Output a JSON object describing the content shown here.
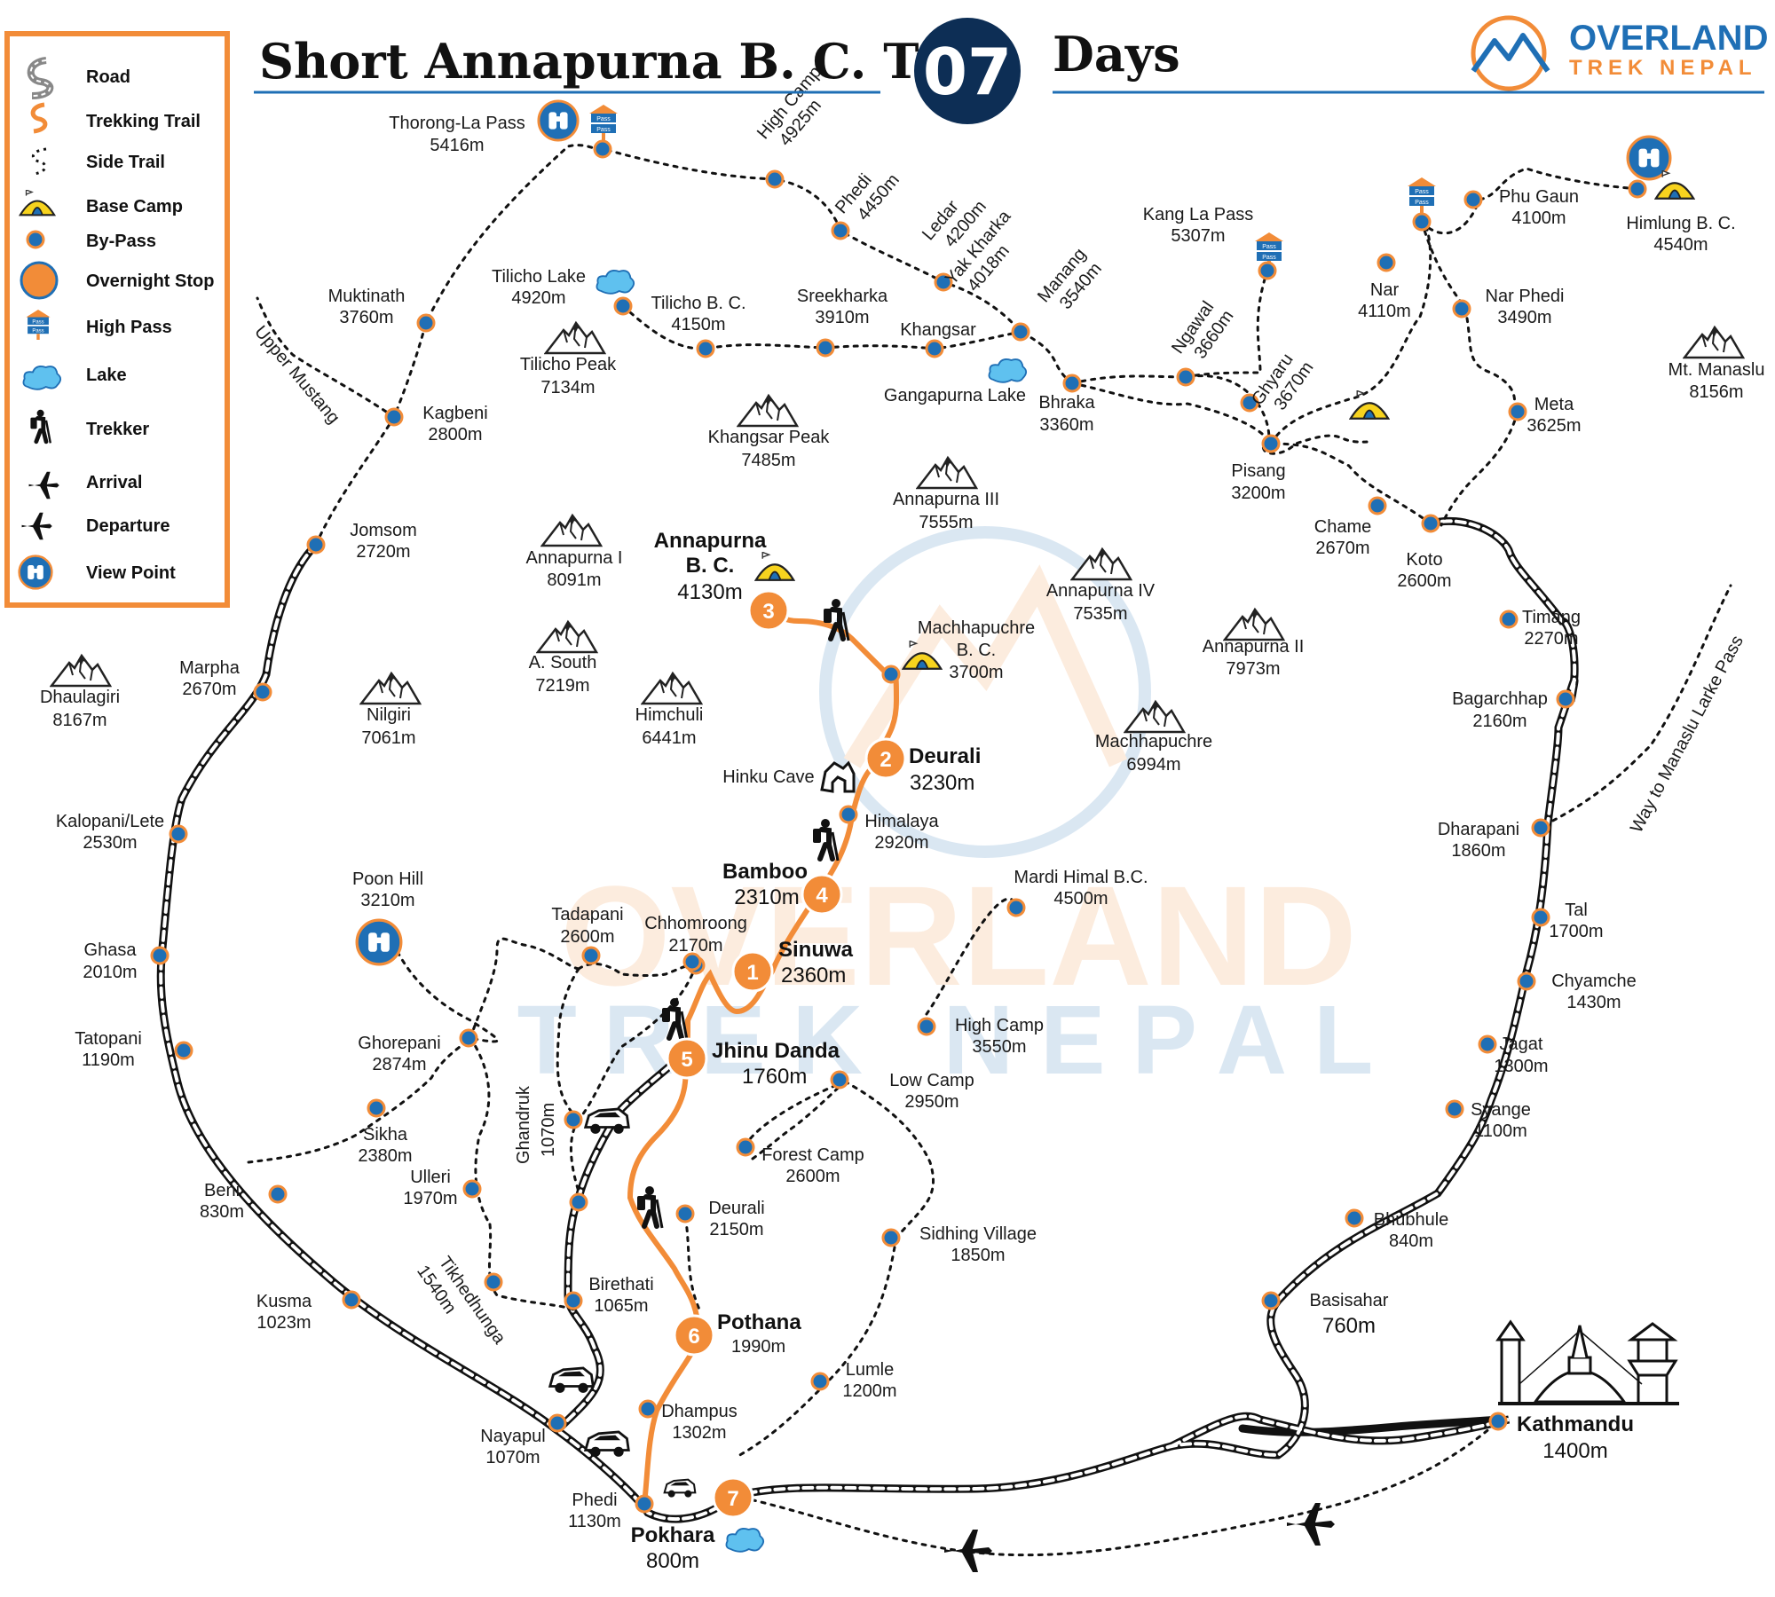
{
  "title": {
    "prefix": "Short Annapurna B. C. Trek",
    "days_number": "07",
    "suffix": "Days"
  },
  "brand": {
    "line1": "OVERLAND",
    "line2": "TREK NEPAL",
    "watermark_line1": "OVERLAND",
    "watermark_line2": "TREK NEPAL",
    "color_primary": "#1f6fb5",
    "color_accent": "#f28c38"
  },
  "colors": {
    "route": "#f28c38",
    "node_fill": "#1f6fb5",
    "node_ring": "#f28c38",
    "title_badge": "#0d2e55",
    "legend_border": "#f28c38"
  },
  "legend": [
    {
      "icon": "road-icon",
      "label": "Road"
    },
    {
      "icon": "trekking-trail-icon",
      "label": "Trekking Trail"
    },
    {
      "icon": "side-trail-icon",
      "label": "Side Trail"
    },
    {
      "icon": "base-camp-icon",
      "label": "Base  Camp"
    },
    {
      "icon": "by-pass-icon",
      "label": "By-Pass"
    },
    {
      "icon": "overnight-stop-icon",
      "label": "Overnight Stop"
    },
    {
      "icon": "high-pass-icon",
      "label": "High Pass"
    },
    {
      "icon": "lake-icon",
      "label": "Lake"
    },
    {
      "icon": "trekker-icon",
      "label": "Trekker"
    },
    {
      "icon": "arrival-icon",
      "label": "Arrival"
    },
    {
      "icon": "departure-icon",
      "label": "Departure"
    },
    {
      "icon": "view-point-icon",
      "label": "View Point"
    }
  ],
  "stops": [
    {
      "n": "1",
      "name": "Sinuwa",
      "alt": "2360m"
    },
    {
      "n": "2",
      "name": "Deurali",
      "alt": "3230m"
    },
    {
      "n": "3",
      "name": "Annapurna",
      "name2": "B. C.",
      "alt": "4130m"
    },
    {
      "n": "4",
      "name": "Bamboo",
      "alt": "2310m"
    },
    {
      "n": "5",
      "name": "Jhinu Danda",
      "alt": "1760m"
    },
    {
      "n": "6",
      "name": "Pothana",
      "alt": "1990m"
    },
    {
      "n": "7",
      "name": "Pokhara",
      "alt": "800m"
    }
  ],
  "places": [
    {
      "name": "Thorong-La Pass",
      "alt": "5416m"
    },
    {
      "name": "High Camp",
      "alt": "4925m"
    },
    {
      "name": "Phedi",
      "alt": "4450m"
    },
    {
      "name": "Ledar",
      "alt": "4200m"
    },
    {
      "name": "Yak Kharka",
      "alt": "4018m"
    },
    {
      "name": "Manang",
      "alt": "3540m"
    },
    {
      "name": "Muktinath",
      "alt": "3760m"
    },
    {
      "name": "Tilicho Lake",
      "alt": "4920m"
    },
    {
      "name": "Tilicho B. C.",
      "alt": "4150m"
    },
    {
      "name": "Sreekharka",
      "alt": "3910m"
    },
    {
      "name": "Khangsar",
      "alt": ""
    },
    {
      "name": "Gangapurna Lake",
      "alt": ""
    },
    {
      "name": "Bhraka",
      "alt": "3360m"
    },
    {
      "name": "Kang La Pass",
      "alt": "5307m"
    },
    {
      "name": "Ngawal",
      "alt": "3660m"
    },
    {
      "name": "Ghyaru",
      "alt": "3670m"
    },
    {
      "name": "Pisang",
      "alt": "3200m"
    },
    {
      "name": "Nar",
      "alt": "4110m"
    },
    {
      "name": "Phu Gaun",
      "alt": "4100m"
    },
    {
      "name": "Himlung B. C.",
      "alt": "4540m"
    },
    {
      "name": "Nar Phedi",
      "alt": "3490m"
    },
    {
      "name": "Meta",
      "alt": "3625m"
    },
    {
      "name": "Chame",
      "alt": "2670m"
    },
    {
      "name": "Koto",
      "alt": "2600m"
    },
    {
      "name": "Timang",
      "alt": "2270m"
    },
    {
      "name": "Bagarchhap",
      "alt": "2160m"
    },
    {
      "name": "Dharapani",
      "alt": "1860m"
    },
    {
      "name": "Tal",
      "alt": "1700m"
    },
    {
      "name": "Chyamche",
      "alt": "1430m"
    },
    {
      "name": "Jagat",
      "alt": "1300m"
    },
    {
      "name": "Syange",
      "alt": "1100m"
    },
    {
      "name": "Bhubhule",
      "alt": "840m"
    },
    {
      "name": "Basisahar",
      "alt": "760m"
    },
    {
      "name": "Kathmandu",
      "alt": "1400m"
    },
    {
      "name": "Kagbeni",
      "alt": "2800m"
    },
    {
      "name": "Jomsom",
      "alt": "2720m"
    },
    {
      "name": "Marpha",
      "alt": "2670m"
    },
    {
      "name": "Kalopani/Lete",
      "alt": "2530m"
    },
    {
      "name": "Ghasa",
      "alt": "2010m"
    },
    {
      "name": "Tatopani",
      "alt": "1190m"
    },
    {
      "name": "Beni",
      "alt": "830m"
    },
    {
      "name": "Kusma",
      "alt": "1023m"
    },
    {
      "name": "Nayapul",
      "alt": "1070m"
    },
    {
      "name": "Phedi",
      "alt": "1130m"
    },
    {
      "name": "Poon Hill",
      "alt": "3210m"
    },
    {
      "name": "Ghorepani",
      "alt": "2874m"
    },
    {
      "name": "Sikha",
      "alt": "2380m"
    },
    {
      "name": "Ulleri",
      "alt": "1970m"
    },
    {
      "name": "Tadapani",
      "alt": "2600m"
    },
    {
      "name": "Chhomroong",
      "alt": "2170m"
    },
    {
      "name": "Ghandruk",
      "alt": "1070m"
    },
    {
      "name": "Birethati",
      "alt": "1065m"
    },
    {
      "name": "Tikhedhunga",
      "alt": "1540m"
    },
    {
      "name": "Machhapuchre",
      "name2": "B. C.",
      "alt": "3700m"
    },
    {
      "name": "Hinku Cave",
      "alt": ""
    },
    {
      "name": "Himalaya",
      "alt": "2920m"
    },
    {
      "name": "Mardi Himal B.C.",
      "alt": "4500m"
    },
    {
      "name": "High Camp",
      "alt": "3550m"
    },
    {
      "name": "Low Camp",
      "alt": "2950m"
    },
    {
      "name": "Forest Camp",
      "alt": "2600m"
    },
    {
      "name": "Deurali",
      "alt": "2150m"
    },
    {
      "name": "Sidhing Village",
      "alt": "1850m"
    },
    {
      "name": "Lumle",
      "alt": "1200m"
    },
    {
      "name": "Dhampus",
      "alt": "1302m"
    }
  ],
  "peaks": [
    {
      "name": "Dhaulagiri",
      "alt": "8167m"
    },
    {
      "name": "Nilgiri",
      "alt": "7061m"
    },
    {
      "name": "Tilicho Peak",
      "alt": "7134m"
    },
    {
      "name": "Khangsar Peak",
      "alt": "7485m"
    },
    {
      "name": "Annapurna III",
      "alt": "7555m"
    },
    {
      "name": "Annapurna I",
      "alt": "8091m"
    },
    {
      "name": "A. South",
      "alt": "7219m"
    },
    {
      "name": "Himchuli",
      "alt": "6441m"
    },
    {
      "name": "Annapurna IV",
      "alt": "7535m"
    },
    {
      "name": "Annapurna II",
      "alt": "7973m"
    },
    {
      "name": "Machhapuchre",
      "alt": "6994m"
    },
    {
      "name": "Mt. Manaslu",
      "alt": "8156m"
    }
  ],
  "trail_labels": {
    "upper_mustang": "Upper Mustang",
    "manaslu": "Way to Manaslu Larke Pass"
  },
  "pass_badge": "Pass"
}
